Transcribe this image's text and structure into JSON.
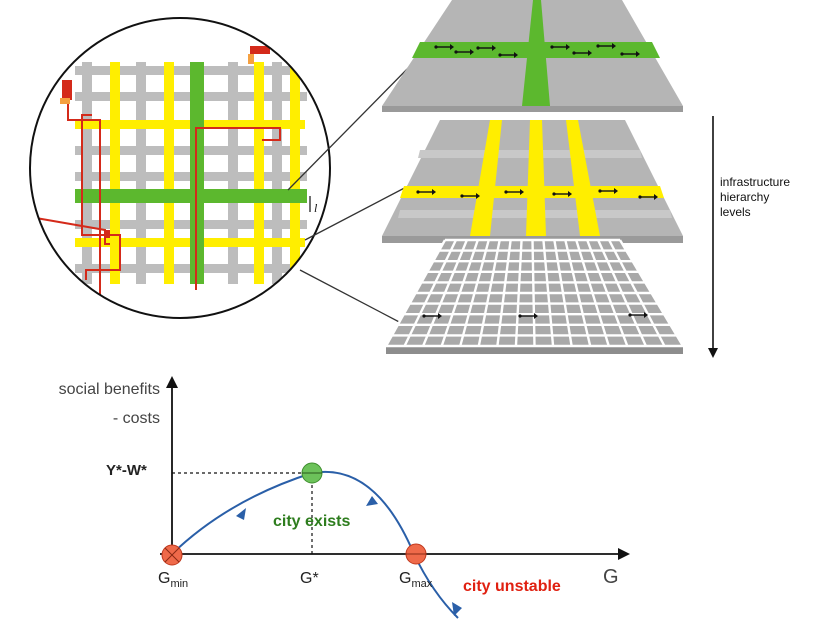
{
  "hierarchy": {
    "line1": "infrastructure",
    "line2": "hierarchy",
    "line3": "levels"
  },
  "inset_label": "l",
  "chart": {
    "ylabel_line1": "social benefits",
    "ylabel_line2": "- costs",
    "ytick": "Y*-W*",
    "xlabel": "G",
    "gmin_main": "G",
    "gmin_sub": "min",
    "gstar": "G*",
    "gmax_main": "G",
    "gmax_sub": "max",
    "city_exists": "city  exists",
    "city_unstable": "city unstable"
  },
  "colors": {
    "road_gray": "#bdbdbd",
    "road_yellow": "#ffee00",
    "road_green": "#5cb82e",
    "path_red": "#d42a1a",
    "curve_blue": "#2a5fa8",
    "point_red": "#ef6a4a",
    "point_green": "#6cc25a",
    "text_green": "#2e7d1e",
    "text_red": "#e02010"
  }
}
